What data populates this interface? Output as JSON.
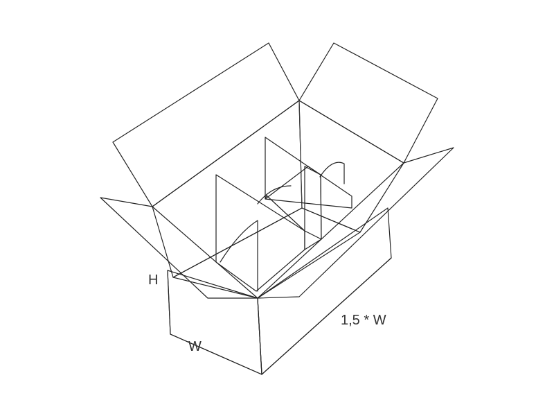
{
  "labels": {
    "height": "H",
    "width": "W",
    "length": "1,5 * W"
  },
  "colors": {
    "cardboard_light": "#ecc998",
    "cardboard_mid": "#dcb681",
    "cardboard_dark": "#d7b07a",
    "box_side": "#ffffff",
    "outline": "#222222"
  }
}
